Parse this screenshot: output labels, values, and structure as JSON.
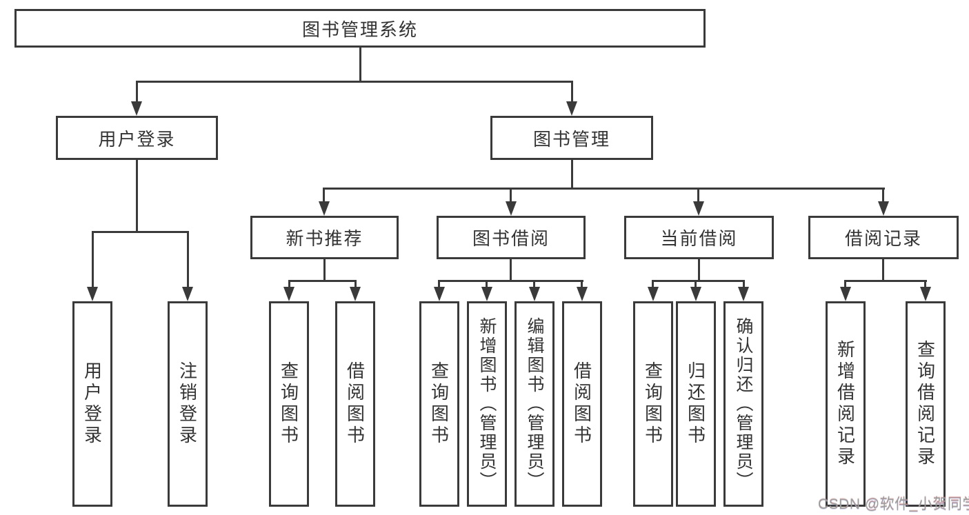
{
  "diagram": {
    "watermark": "CSDN @软件_小贺同学",
    "colors": {
      "line": "#3a3a3a",
      "box_border": "#3a3a3a",
      "text": "#333333",
      "watermark": "#9c9c9c",
      "background": "#ffffff"
    },
    "nodes": {
      "root": "图书管理系统",
      "user_login": "用户登录",
      "book_mgmt": "图书管理",
      "new_book_rec": "新书推荐",
      "book_borrow": "图书借阅",
      "current_borrow": "当前借阅",
      "borrow_record": "借阅记录",
      "ul_login": "用户登录",
      "ul_logout": "注销登录",
      "nbr_query": "查询图书",
      "nbr_borrow": "借阅图书",
      "bb_query": "查询图书",
      "bb_add": "新增图书（管理员）",
      "bb_edit": "编辑图书（管理员）",
      "bb_borrow": "借阅图书",
      "cb_query": "查询图书",
      "cb_return": "归还图书",
      "cb_confirm": "确认归还（管理员）",
      "br_add": "新增借阅记录",
      "br_query": "查询借阅记录"
    }
  }
}
